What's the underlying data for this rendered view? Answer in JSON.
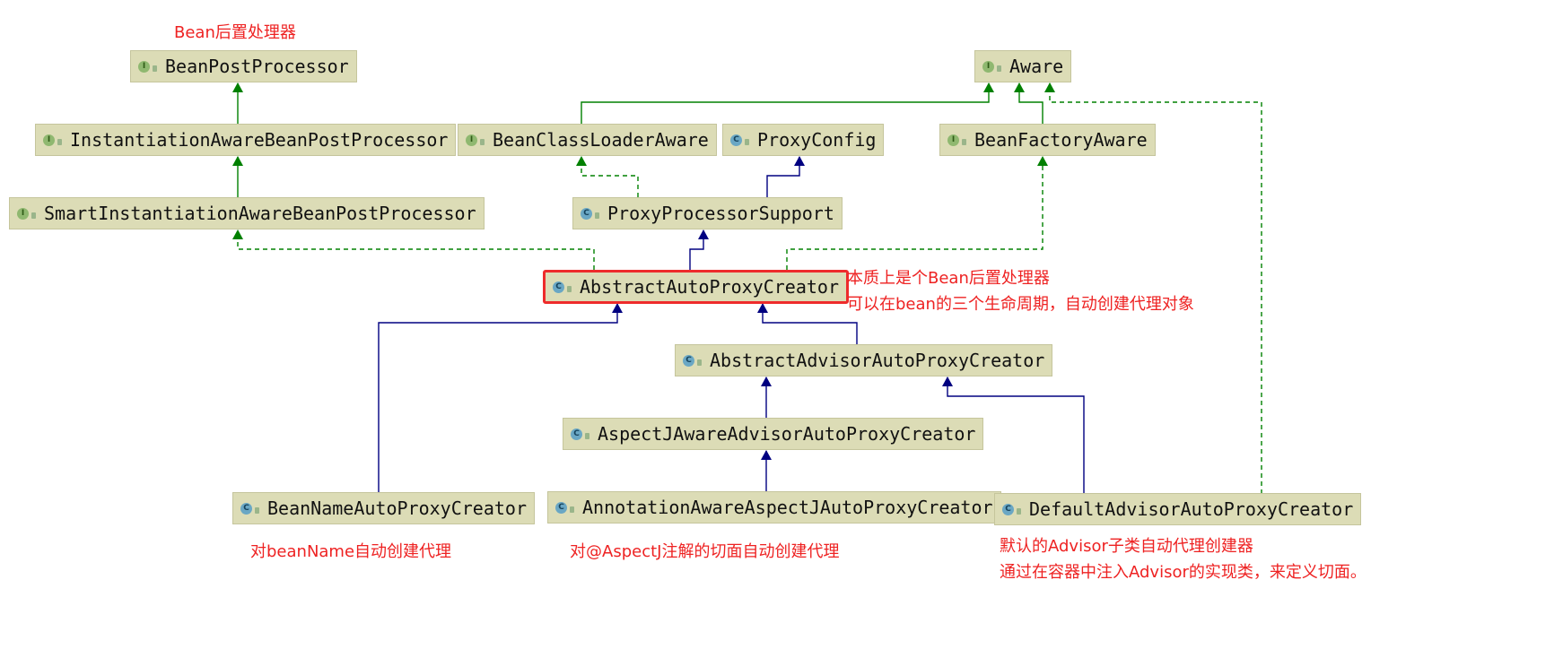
{
  "colors": {
    "node_fill": "#dcdcb6",
    "extends_class": "#000080",
    "implements_interface": "#008000",
    "note_text": "#ee2222",
    "highlight_border": "#ee2b2b"
  },
  "nodes": [
    {
      "id": "bpp",
      "label": "BeanPostProcessor",
      "kind": "I",
      "icon": "interface-icon"
    },
    {
      "id": "iabpp",
      "label": "InstantiationAwareBeanPostProcessor",
      "kind": "I",
      "icon": "interface-icon"
    },
    {
      "id": "siabpp",
      "label": "SmartInstantiationAwareBeanPostProcessor",
      "kind": "I",
      "icon": "interface-icon"
    },
    {
      "id": "aware",
      "label": "Aware",
      "kind": "I",
      "icon": "interface-icon"
    },
    {
      "id": "bcla",
      "label": "BeanClassLoaderAware",
      "kind": "I",
      "icon": "interface-icon"
    },
    {
      "id": "pc",
      "label": "ProxyConfig",
      "kind": "C",
      "icon": "class-icon"
    },
    {
      "id": "bfa",
      "label": "BeanFactoryAware",
      "kind": "I",
      "icon": "interface-icon"
    },
    {
      "id": "pps",
      "label": "ProxyProcessorSupport",
      "kind": "C",
      "icon": "class-icon"
    },
    {
      "id": "aapc",
      "label": "AbstractAutoProxyCreator",
      "kind": "C",
      "icon": "abstract-class-icon"
    },
    {
      "id": "aadapc",
      "label": "AbstractAdvisorAutoProxyCreator",
      "kind": "C",
      "icon": "abstract-class-icon"
    },
    {
      "id": "ajaapc",
      "label": "AspectJAwareAdvisorAutoProxyCreator",
      "kind": "C",
      "icon": "class-icon"
    },
    {
      "id": "bnapc",
      "label": "BeanNameAutoProxyCreator",
      "kind": "C",
      "icon": "class-icon"
    },
    {
      "id": "aaajapc",
      "label": "AnnotationAwareAspectJAutoProxyCreator",
      "kind": "C",
      "icon": "class-icon"
    },
    {
      "id": "dadapc",
      "label": "DefaultAdvisorAutoProxyCreator",
      "kind": "C",
      "icon": "class-icon"
    }
  ],
  "edges": [
    {
      "from": "iabpp",
      "to": "bpp",
      "type": "extends-interface"
    },
    {
      "from": "siabpp",
      "to": "iabpp",
      "type": "extends-interface"
    },
    {
      "from": "bcla",
      "to": "aware",
      "type": "extends-interface"
    },
    {
      "from": "bfa",
      "to": "aware",
      "type": "extends-interface"
    },
    {
      "from": "pps",
      "to": "bcla",
      "type": "implements"
    },
    {
      "from": "pps",
      "to": "pc",
      "type": "extends"
    },
    {
      "from": "aapc",
      "to": "pps",
      "type": "extends"
    },
    {
      "from": "aapc",
      "to": "siabpp",
      "type": "implements"
    },
    {
      "from": "aapc",
      "to": "bfa",
      "type": "implements"
    },
    {
      "from": "aadapc",
      "to": "aapc",
      "type": "extends"
    },
    {
      "from": "bnapc",
      "to": "aapc",
      "type": "extends"
    },
    {
      "from": "ajaapc",
      "to": "aadapc",
      "type": "extends"
    },
    {
      "from": "aaajapc",
      "to": "ajaapc",
      "type": "extends"
    },
    {
      "from": "dadapc",
      "to": "aadapc",
      "type": "extends"
    },
    {
      "from": "dadapc",
      "to": "aware",
      "type": "implements"
    }
  ],
  "notes": {
    "bpp_title": "Bean后置处理器",
    "aapc_line1": "本质上是个Bean后置处理器",
    "aapc_line2": "可以在bean的三个生命周期，自动创建代理对象",
    "bnapc_note": "对beanName自动创建代理",
    "aaajapc_note": "对@AspectJ注解的切面自动创建代理",
    "dadapc_line1": "默认的Advisor子类自动代理创建器",
    "dadapc_line2": "通过在容器中注入Advisor的实现类，来定义切面。"
  }
}
